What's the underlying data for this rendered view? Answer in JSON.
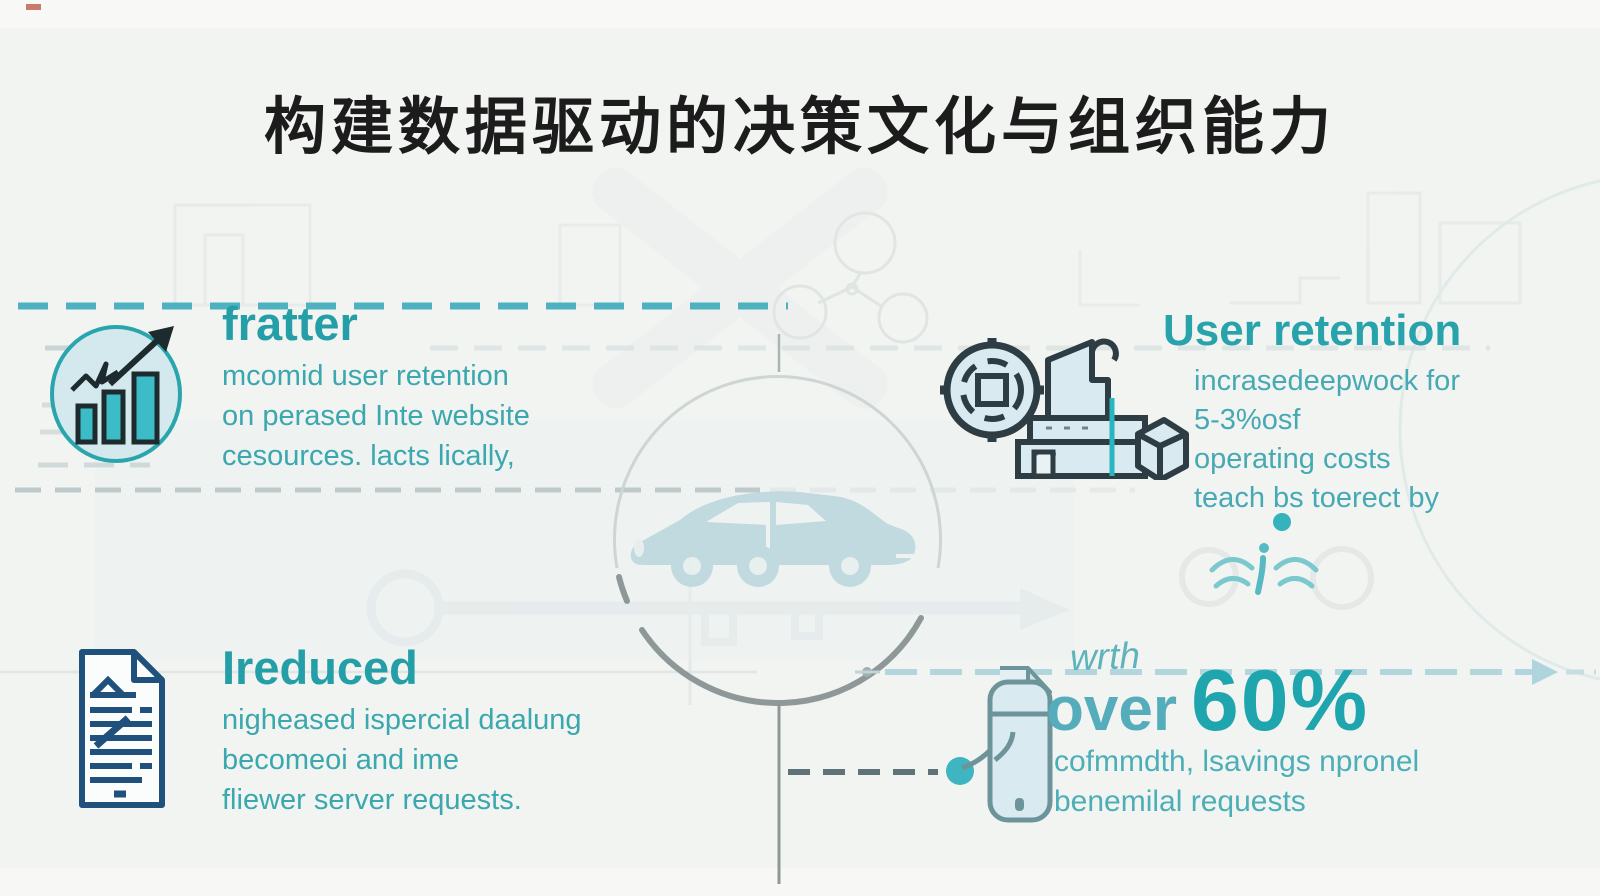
{
  "title": "构建数据驱动的决策文化与组织能力",
  "sections": {
    "top_left": {
      "heading": "fratter",
      "lines": [
        "mcomid user retention",
        "on perased Inte website",
        "cesources. lacts lically,"
      ]
    },
    "top_right": {
      "heading": "User retention",
      "lines": [
        "incrasedeepwock for",
        "5-3%osf",
        "operating costs",
        "teach bs toerect by"
      ]
    },
    "bottom_left": {
      "heading": "Ireduced",
      "lines": [
        "nigheased ispercial daalung",
        "becomeoi and ime",
        "fliewer server requests."
      ]
    },
    "bottom_right": {
      "annotation": "wrth",
      "heading_prefix": "over",
      "heading_value": "60%",
      "lines": [
        "cofmmdth, lsavings npronel",
        "benemilal requests"
      ]
    }
  },
  "icons": {
    "top_left": "bar-chart-growth-icon",
    "top_right": "factory-gear-icon",
    "bottom_left": "document-checklist-icon",
    "bottom_right": "smartphone-icon",
    "center": "car-illustration"
  },
  "colors": {
    "background": "#f2f4f1",
    "title_text": "#1c1c1c",
    "teal_heading": "#249ea7",
    "teal_body": "#3ba7ae",
    "teal_dash": "#4db1bf",
    "icon_fill": "#d9ebf0",
    "icon_outline_dark": "#2e3d44",
    "document_blue": "#20507c",
    "circle_gray": "#8f9898",
    "car_blue": "#b7d5dc",
    "arrow_light_blue": "#b3d6de",
    "dot_teal": "#3eb5c1"
  }
}
